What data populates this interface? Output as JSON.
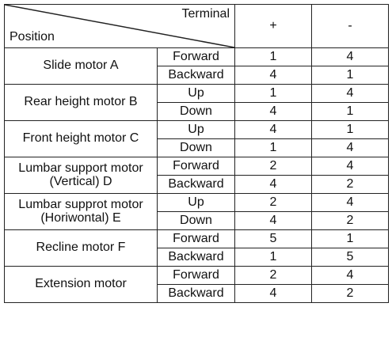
{
  "header": {
    "terminal": "Terminal",
    "position": "Position",
    "plus": "+",
    "minus": "-"
  },
  "motors": [
    {
      "name_lines": [
        "Slide motor A"
      ],
      "rows": [
        {
          "dir": "Forward",
          "plus": "1",
          "minus": "4"
        },
        {
          "dir": "Backward",
          "plus": "4",
          "minus": "1"
        }
      ]
    },
    {
      "name_lines": [
        "Rear height motor B"
      ],
      "rows": [
        {
          "dir": "Up",
          "plus": "1",
          "minus": "4"
        },
        {
          "dir": "Down",
          "plus": "4",
          "minus": "1"
        }
      ]
    },
    {
      "name_lines": [
        "Front height motor C"
      ],
      "rows": [
        {
          "dir": "Up",
          "plus": "4",
          "minus": "1"
        },
        {
          "dir": "Down",
          "plus": "1",
          "minus": "4"
        }
      ]
    },
    {
      "name_lines": [
        "Lumbar support motor",
        "(Vertical) D"
      ],
      "rows": [
        {
          "dir": "Forward",
          "plus": "2",
          "minus": "4"
        },
        {
          "dir": "Backward",
          "plus": "4",
          "minus": "2"
        }
      ]
    },
    {
      "name_lines": [
        "Lumbar supprot motor",
        "(Horiwontal) E"
      ],
      "rows": [
        {
          "dir": "Up",
          "plus": "2",
          "minus": "4"
        },
        {
          "dir": "Down",
          "plus": "4",
          "minus": "2"
        }
      ]
    },
    {
      "name_lines": [
        "Recline motor F"
      ],
      "rows": [
        {
          "dir": "Forward",
          "plus": "5",
          "minus": "1"
        },
        {
          "dir": "Backward",
          "plus": "1",
          "minus": "5"
        }
      ]
    },
    {
      "name_lines": [
        "Extension motor"
      ],
      "rows": [
        {
          "dir": "Forward",
          "plus": "2",
          "minus": "4"
        },
        {
          "dir": "Backward",
          "plus": "4",
          "minus": "2"
        }
      ]
    }
  ]
}
